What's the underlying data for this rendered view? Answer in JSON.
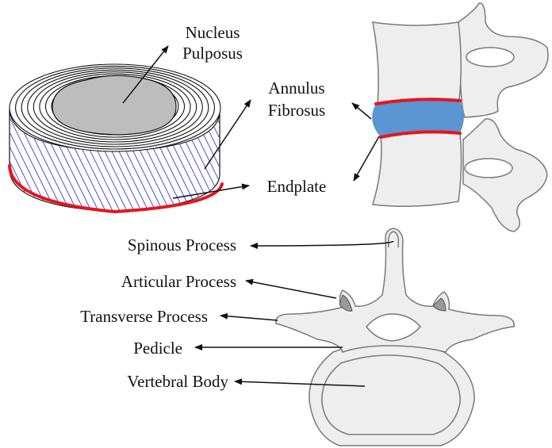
{
  "labels": {
    "nucleus_line1": "Nucleus",
    "nucleus_line2": "Pulposus",
    "annulus_line1": "Annulus",
    "annulus_line2": "Fibrosus",
    "endplate": "Endplate",
    "spinous": "Spinous Process",
    "articular": "Articular Process",
    "transverse": "Transverse Process",
    "pedicle": "Pedicle",
    "vertebral_body": "Vertebral Body"
  },
  "colors": {
    "endplate": "#e8141b",
    "disc_fill": "#5b95d2",
    "annulus_hatch": "#3a3fc9",
    "nucleus_fill": "#bdbdbd",
    "bone_fill": "#eeeeee",
    "bone_stroke": "#7a7a7a",
    "facet_fill": "#999999"
  }
}
